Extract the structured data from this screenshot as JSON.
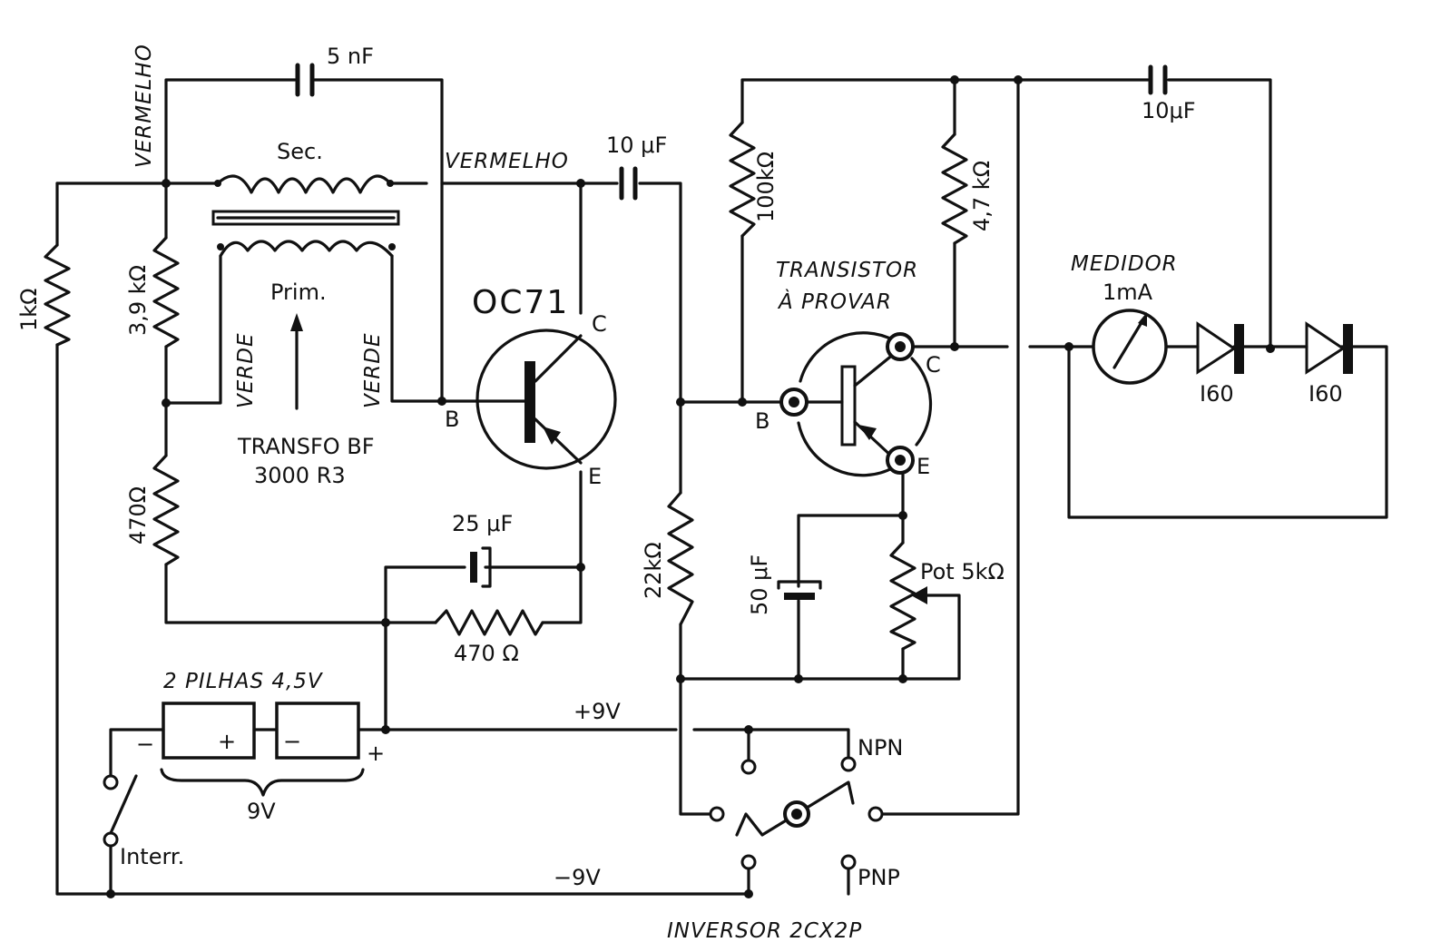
{
  "labels": {
    "wire_red_top": "VERMELHO",
    "wire_red_mid": "VERMELHO",
    "wire_green_left": "VERDE",
    "wire_green_right": "VERDE",
    "secondary": "Sec.",
    "primary": "Prim.",
    "transformer_name": "TRANSFO BF",
    "transformer_model": "3000 R3",
    "osc_transistor": "OC71",
    "test_transistor_line1": "TRANSISTOR",
    "test_transistor_line2": "À PROVAR",
    "meter_line1": "MEDIDOR",
    "meter_line2": "1mA",
    "diode1": "I60",
    "diode2": "I60",
    "battery": "2 PILHAS 4,5V",
    "battery_total": "9V",
    "plus_rail": "+9V",
    "minus_rail": "−9V",
    "switch": "Interr.",
    "inverter": "INVERSOR 2CX2P",
    "npn": "NPN",
    "pnp": "PNP",
    "pot": "Pot 5kΩ",
    "pin_c1": "C",
    "pin_b1": "B",
    "pin_e1": "E",
    "pin_c2": "C",
    "pin_b2": "B",
    "pin_e2": "E",
    "plus_sign": "+",
    "minus_sign": "−",
    "cell_plus": "+",
    "cell_minus": "−"
  },
  "components": {
    "c_5nf": "5 nF",
    "c_10uf_a": "10 μF",
    "c_10uf_b": "10μF",
    "c_25uf": "25 μF",
    "c_50uf": "50 μF",
    "r_1k": "1kΩ",
    "r_3k9": "3,9 kΩ",
    "r_470_a": "470Ω",
    "r_470_b": "470 Ω",
    "r_100k": "100kΩ",
    "r_4k7": "4,7 kΩ",
    "r_22k": "22kΩ"
  }
}
